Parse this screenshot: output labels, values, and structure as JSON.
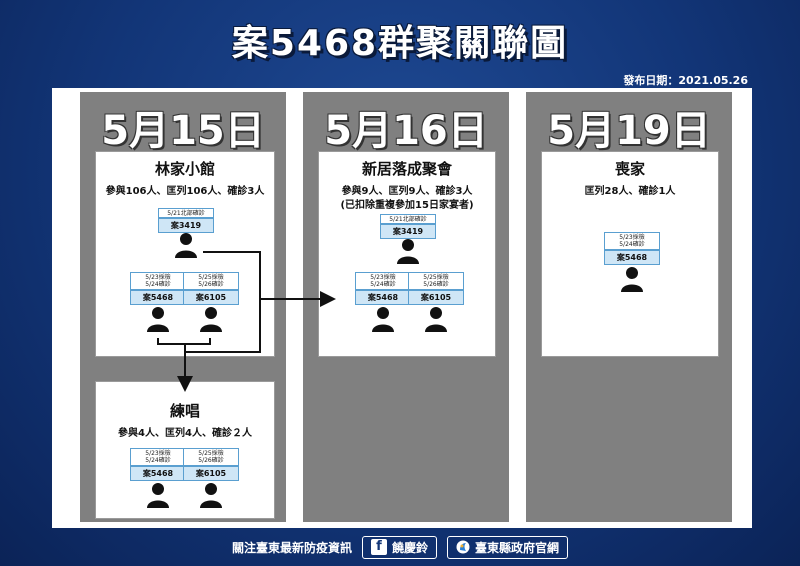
{
  "title": "案5468群聚關聯圖",
  "publish_date": "發布日期：2021.05.26",
  "columns": [
    {
      "date": "5月15日"
    },
    {
      "date": "5月16日"
    },
    {
      "date": "5月19日"
    }
  ],
  "events": {
    "lin": {
      "title": "林家小館",
      "stats": "參與106人、匡列106人、確診3人",
      "people": [
        {
          "lines": [
            "5/21北部確診"
          ],
          "case": "案3419"
        },
        {
          "lines": [
            "5/23採檢",
            "5/24確診"
          ],
          "case": "案5468"
        },
        {
          "lines": [
            "5/25採檢",
            "5/26確診"
          ],
          "case": "案6105"
        }
      ]
    },
    "sing": {
      "title": "練唱",
      "stats": "參與4人、匡列4人、確診２人",
      "people": [
        {
          "lines": [
            "5/23採檢",
            "5/24確診"
          ],
          "case": "案5468"
        },
        {
          "lines": [
            "5/25採檢",
            "5/26確診"
          ],
          "case": "案6105"
        }
      ]
    },
    "party": {
      "title": "新居落成聚會",
      "stats": "參與9人、匡列9人、確診3人",
      "note": "(已扣除重複參加15日家宴者)",
      "people": [
        {
          "lines": [
            "5/21北部確診"
          ],
          "case": "案3419"
        },
        {
          "lines": [
            "5/23採檢",
            "5/24確診"
          ],
          "case": "案5468"
        },
        {
          "lines": [
            "5/25採檢",
            "5/26確診"
          ],
          "case": "案6105"
        }
      ]
    },
    "funeral": {
      "title": "喪家",
      "stats": "匡列28人、確診1人",
      "people": [
        {
          "lines": [
            "5/23採檢",
            "5/24確診"
          ],
          "case": "案5468"
        }
      ]
    }
  },
  "footer": {
    "text": "關注臺東最新防疫資訊",
    "facebook_icon": "f",
    "facebook_name": "饒慶鈴",
    "gov_site": "臺東縣政府官網"
  },
  "colors": {
    "background": "#123577",
    "column": "#808080",
    "case_fill": "#cfe6f6",
    "case_border": "#5a9fd0"
  }
}
